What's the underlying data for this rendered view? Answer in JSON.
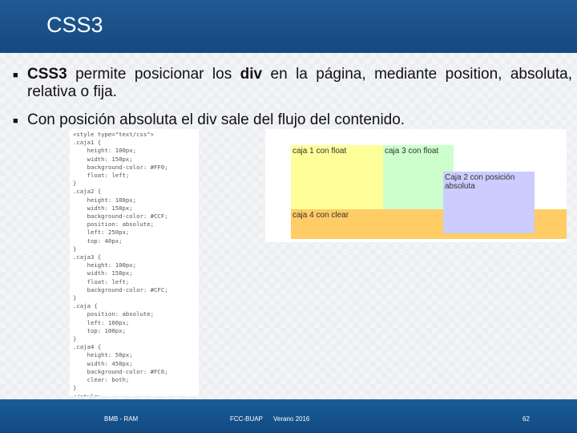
{
  "slide": {
    "title": "CSS3",
    "bullet1_bold": "CSS3",
    "bullet1_pre": " permite posicionar los ",
    "bullet1_div": "div",
    "bullet1_post": " en la página, mediante position, absoluta, relativa o fija.",
    "bullet2": "Con posición absoluta el div sale del flujo del contenido."
  },
  "code_lines": [
    "<style type=\"text/css\">",
    ".caja1 {",
    "    height: 100px;",
    "    width: 150px;",
    "    background-color: #FF0;",
    "    float: left;",
    "}",
    ".caja2 {",
    "    height: 100px;",
    "    width: 150px;",
    "    background-color: #CCF;",
    "    position: absolute;",
    "    left: 250px;",
    "    top: 40px;",
    "}",
    ".caja3 {",
    "    height: 100px;",
    "    width: 150px;",
    "    float: left;",
    "    background-color: #CFC;",
    "}",
    ".caja {",
    "    position: absolute;",
    "    left: 100px;",
    "    top: 100px;",
    "}",
    ".caja4 {",
    "    height: 50px;",
    "    width: 450px;",
    "    background-color: #FC6;",
    "    clear: both;",
    "}",
    "</style>"
  ],
  "demo": {
    "caja1": "caja 1 con float",
    "caja3": "caja 3 con float",
    "caja2": "Caja 2 con posición absoluta",
    "caja4": "caja 4 con clear"
  },
  "footer": {
    "left": "BMB - RAM",
    "center": "FCC-BUAP",
    "term": "Verano 2016",
    "page": "62"
  },
  "colors": {
    "header": "#1f5a94",
    "caja1": "#ffff99",
    "caja2": "#ccccff",
    "caja3": "#ccffcc",
    "caja4": "#ffcc66"
  }
}
